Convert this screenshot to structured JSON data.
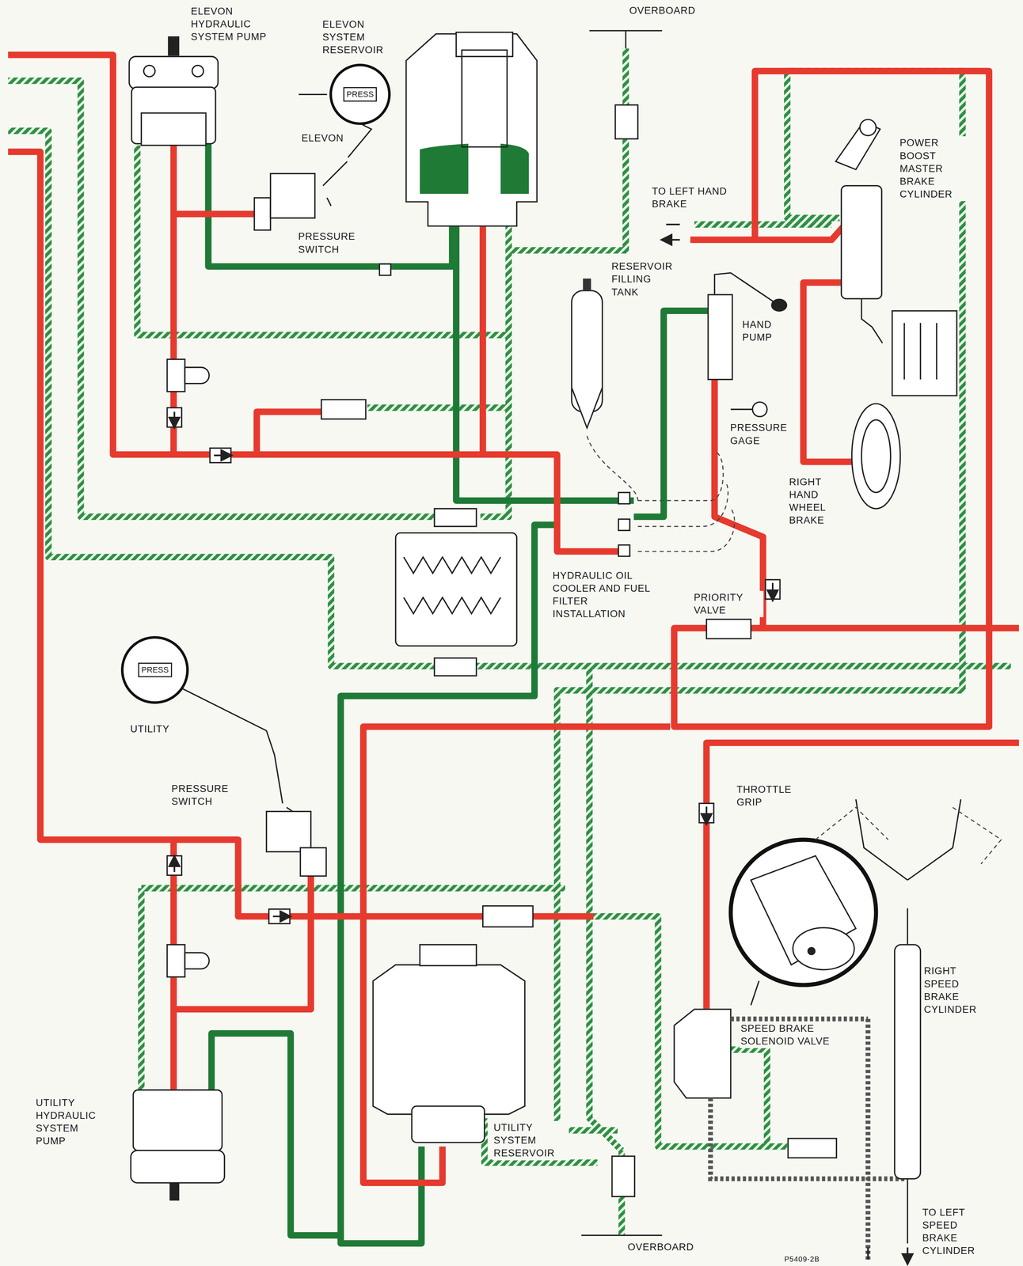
{
  "diagram": {
    "nodes": [
      {
        "text": [
          "PRESS"
        ]
      },
      {
        "text": [
          "PRESS"
        ]
      }
    ],
    "labels": [
      "ELEVON HYDRAULIC SYSTEM PUMP",
      "ELEVON SYSTEM RESERVOIR",
      "ELEVON",
      "PRESSURE SWITCH",
      "OVERBOARD",
      "TO LEFT HAND BRAKE",
      "POWER BOOST MASTER BRAKE CYLINDER",
      "RESERVOIR FILLING TANK",
      "HAND PUMP",
      "PRESSURE GAGE",
      "RIGHT HAND WHEEL BRAKE",
      "HYDRAULIC OIL COOLER AND FUEL FILTER INSTALLATION",
      "PRIORITY VALVE",
      "UTILITY",
      "PRESSURE SWITCH",
      "THROTTLE GRIP",
      "RIGHT SPEED BRAKE CYLINDER",
      "SPEED BRAKE SOLENOID VALVE",
      "UTILITY HYDRAULIC SYSTEM PUMP",
      "UTILITY SYSTEM RESERVOIR",
      "TO LEFT SPEED BRAKE CYLINDER",
      "OVERBOARD",
      "P5409-2B"
    ]
  }
}
